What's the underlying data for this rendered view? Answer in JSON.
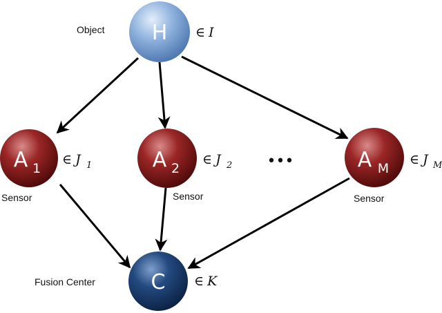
{
  "nodes": {
    "H": {
      "letter": "H",
      "set_symbol": "∈",
      "set_letter": "I",
      "set_sub": "",
      "caption": "Object"
    },
    "A1": {
      "letter": "A",
      "sub": "1",
      "set_symbol": "∈",
      "set_letter": "J",
      "set_sub": "1",
      "caption": "Sensor"
    },
    "A2": {
      "letter": "A",
      "sub": "2",
      "set_symbol": "∈",
      "set_letter": "J",
      "set_sub": "2",
      "caption": "Sensor"
    },
    "AM": {
      "letter": "A",
      "sub": "M",
      "set_symbol": "∈",
      "set_letter": "J",
      "set_sub": "M",
      "caption": "Sensor"
    },
    "C": {
      "letter": "C",
      "set_symbol": "∈",
      "set_letter": "K",
      "set_sub": "",
      "caption": "Fusion Center"
    }
  },
  "ellipsis": "•••",
  "colors": {
    "object": "#7fa5d6",
    "sensor": "#8a1e1e",
    "fusion": "#1e3f72",
    "edge": "#000000"
  }
}
